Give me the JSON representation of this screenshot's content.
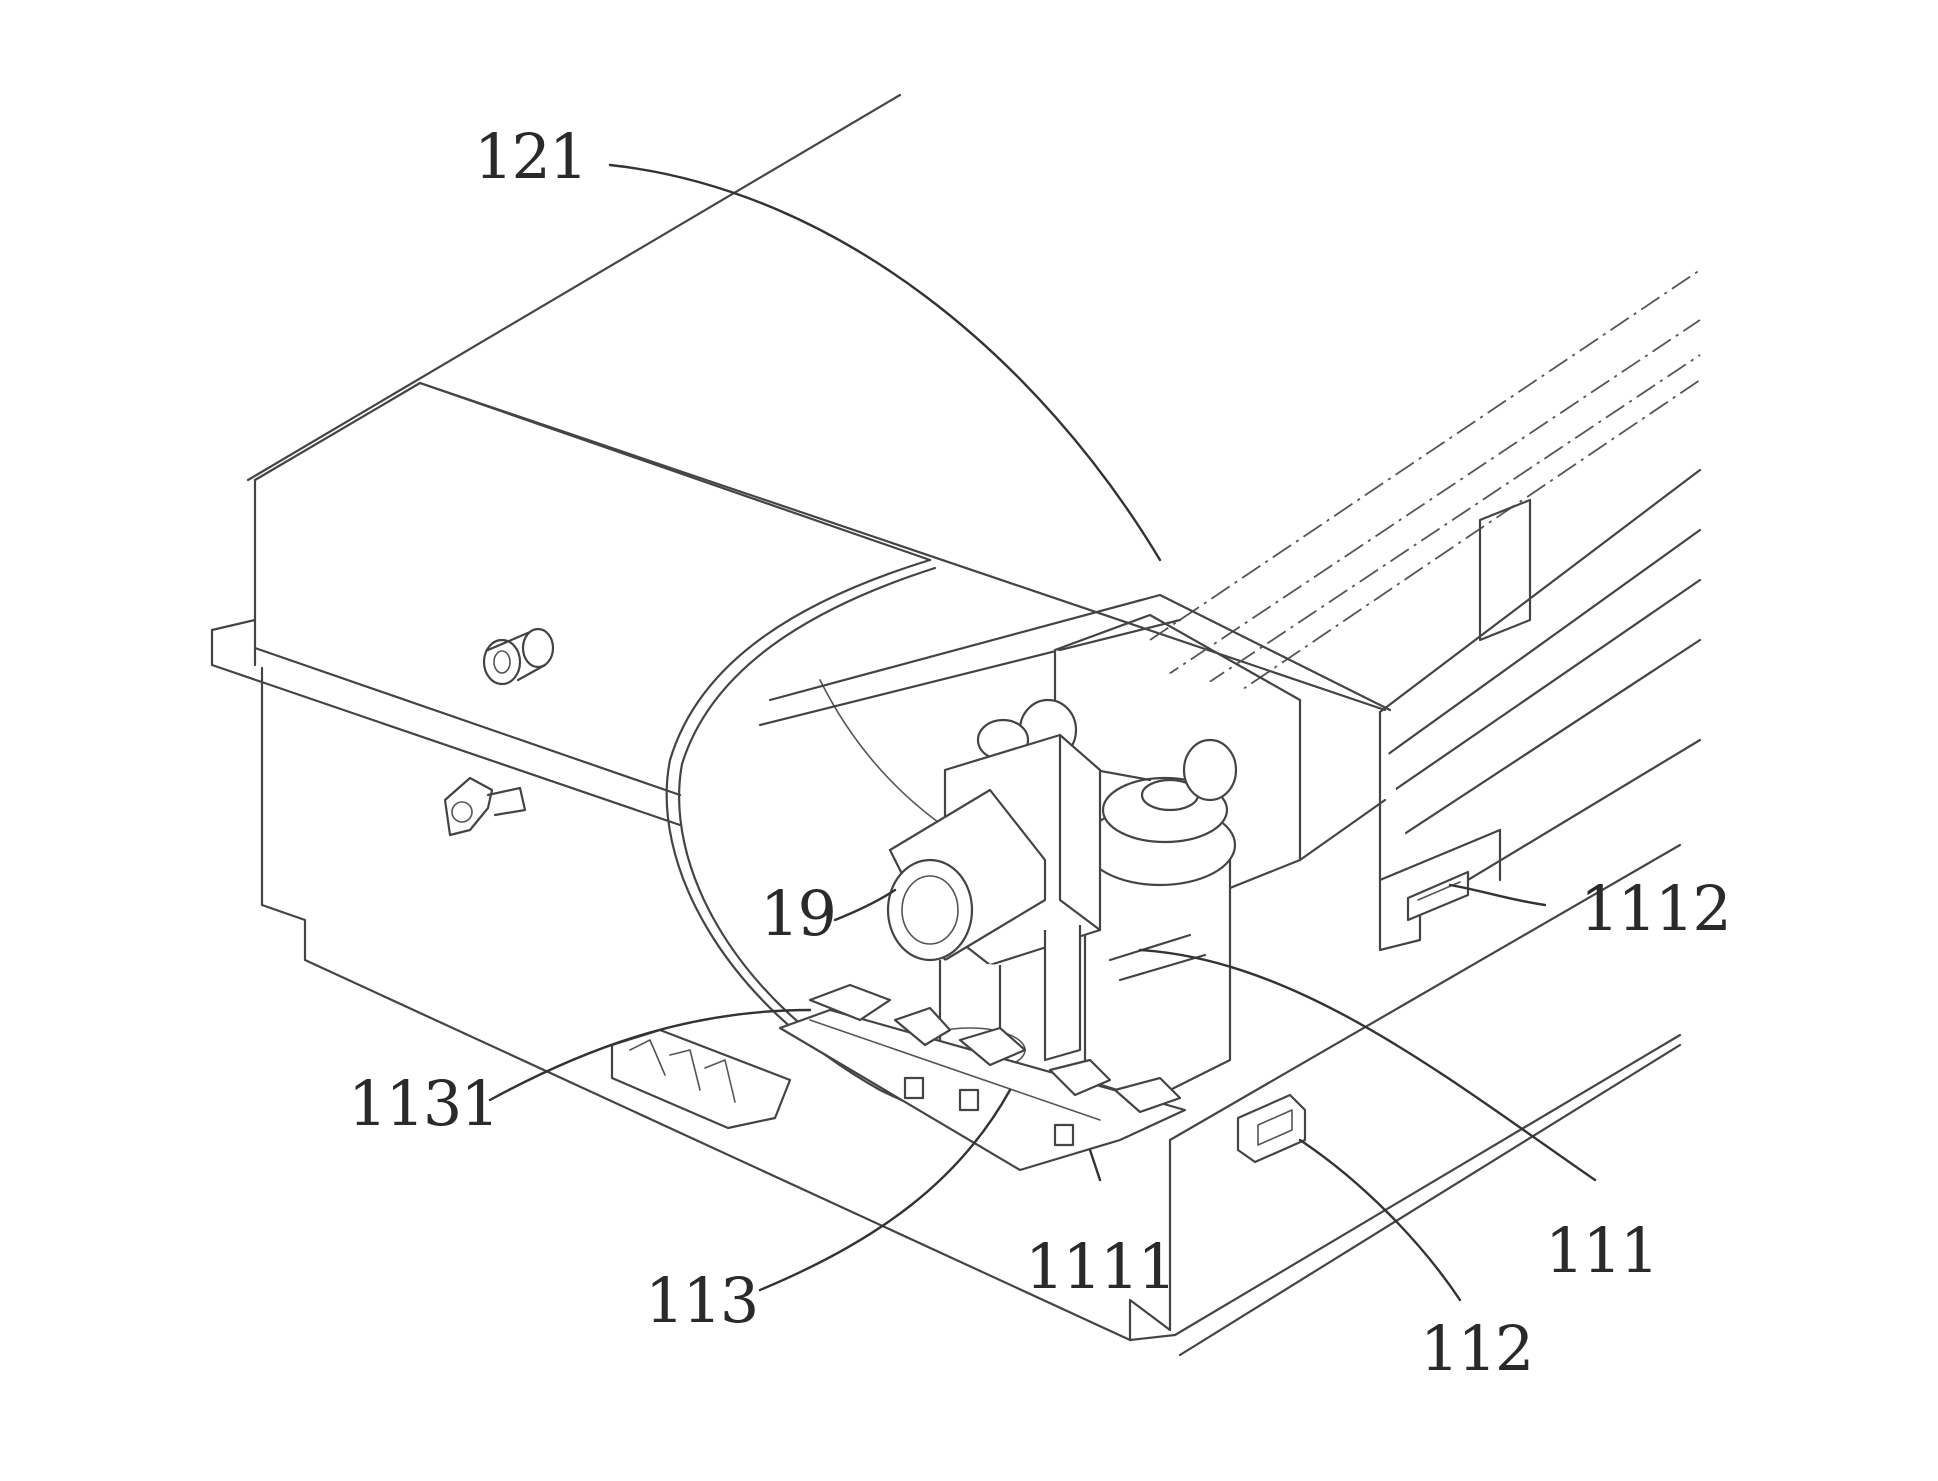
{
  "labels": {
    "l121": "121",
    "l19": "19",
    "l1112": "1112",
    "l1131": "1131",
    "l111": "111",
    "l113": "113",
    "l1111": "1111",
    "l112": "112"
  }
}
